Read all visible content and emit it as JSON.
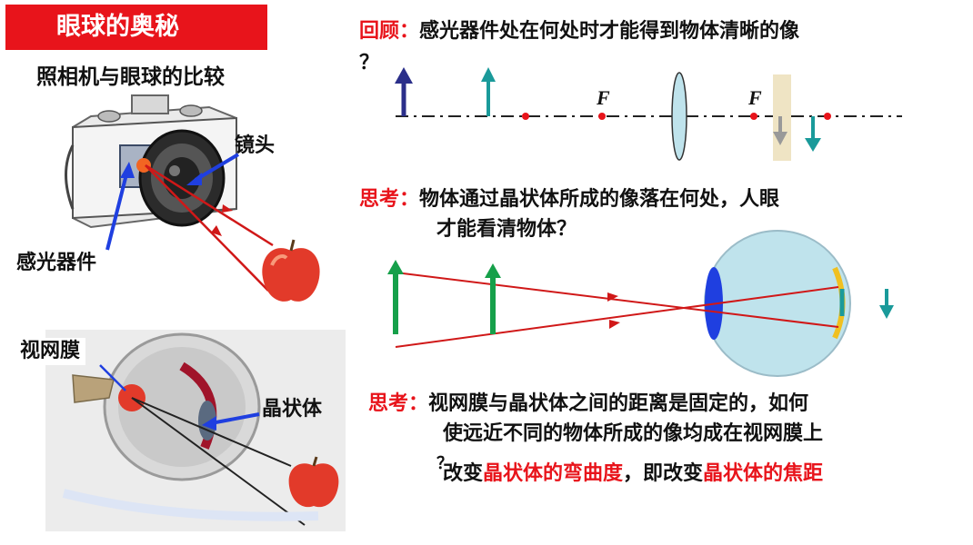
{
  "title": "眼球的奥秘",
  "subtitle": "照相机与眼球的比较",
  "camera": {
    "lens_label": "镜头",
    "sensor_label": "感光器件"
  },
  "eye": {
    "retina_label": "视网膜",
    "crystalline_label": "晶状体"
  },
  "review": {
    "label": "回顾：",
    "text_line1": "感光器件处在何处时才能得到物体清晰的像",
    "text_line2": "？",
    "focal_left": "F",
    "focal_right": "F"
  },
  "think1": {
    "label": "思考：",
    "text_line1": "物体通过晶状体所成的像落在何处，人眼",
    "text_line2": "才能看清物体？"
  },
  "think2": {
    "label": "思考：",
    "text_line1": "视网膜与晶状体之间的距离是固定的，如何",
    "text_line2": "使远近不同的物体所成的像均成在视网膜上",
    "mark": "？",
    "answer_pre": "改变",
    "answer_hl1": "晶状体的弯曲度",
    "answer_mid": "，即改变",
    "answer_hl2": "晶状体的焦距"
  },
  "colors": {
    "accent_red": "#e8141b",
    "lens_blue": "#1f3fe0",
    "arrow_teal": "#1a9a9a",
    "arrow_navy": "#2b2f8a",
    "arrow_green": "#16a04a"
  }
}
